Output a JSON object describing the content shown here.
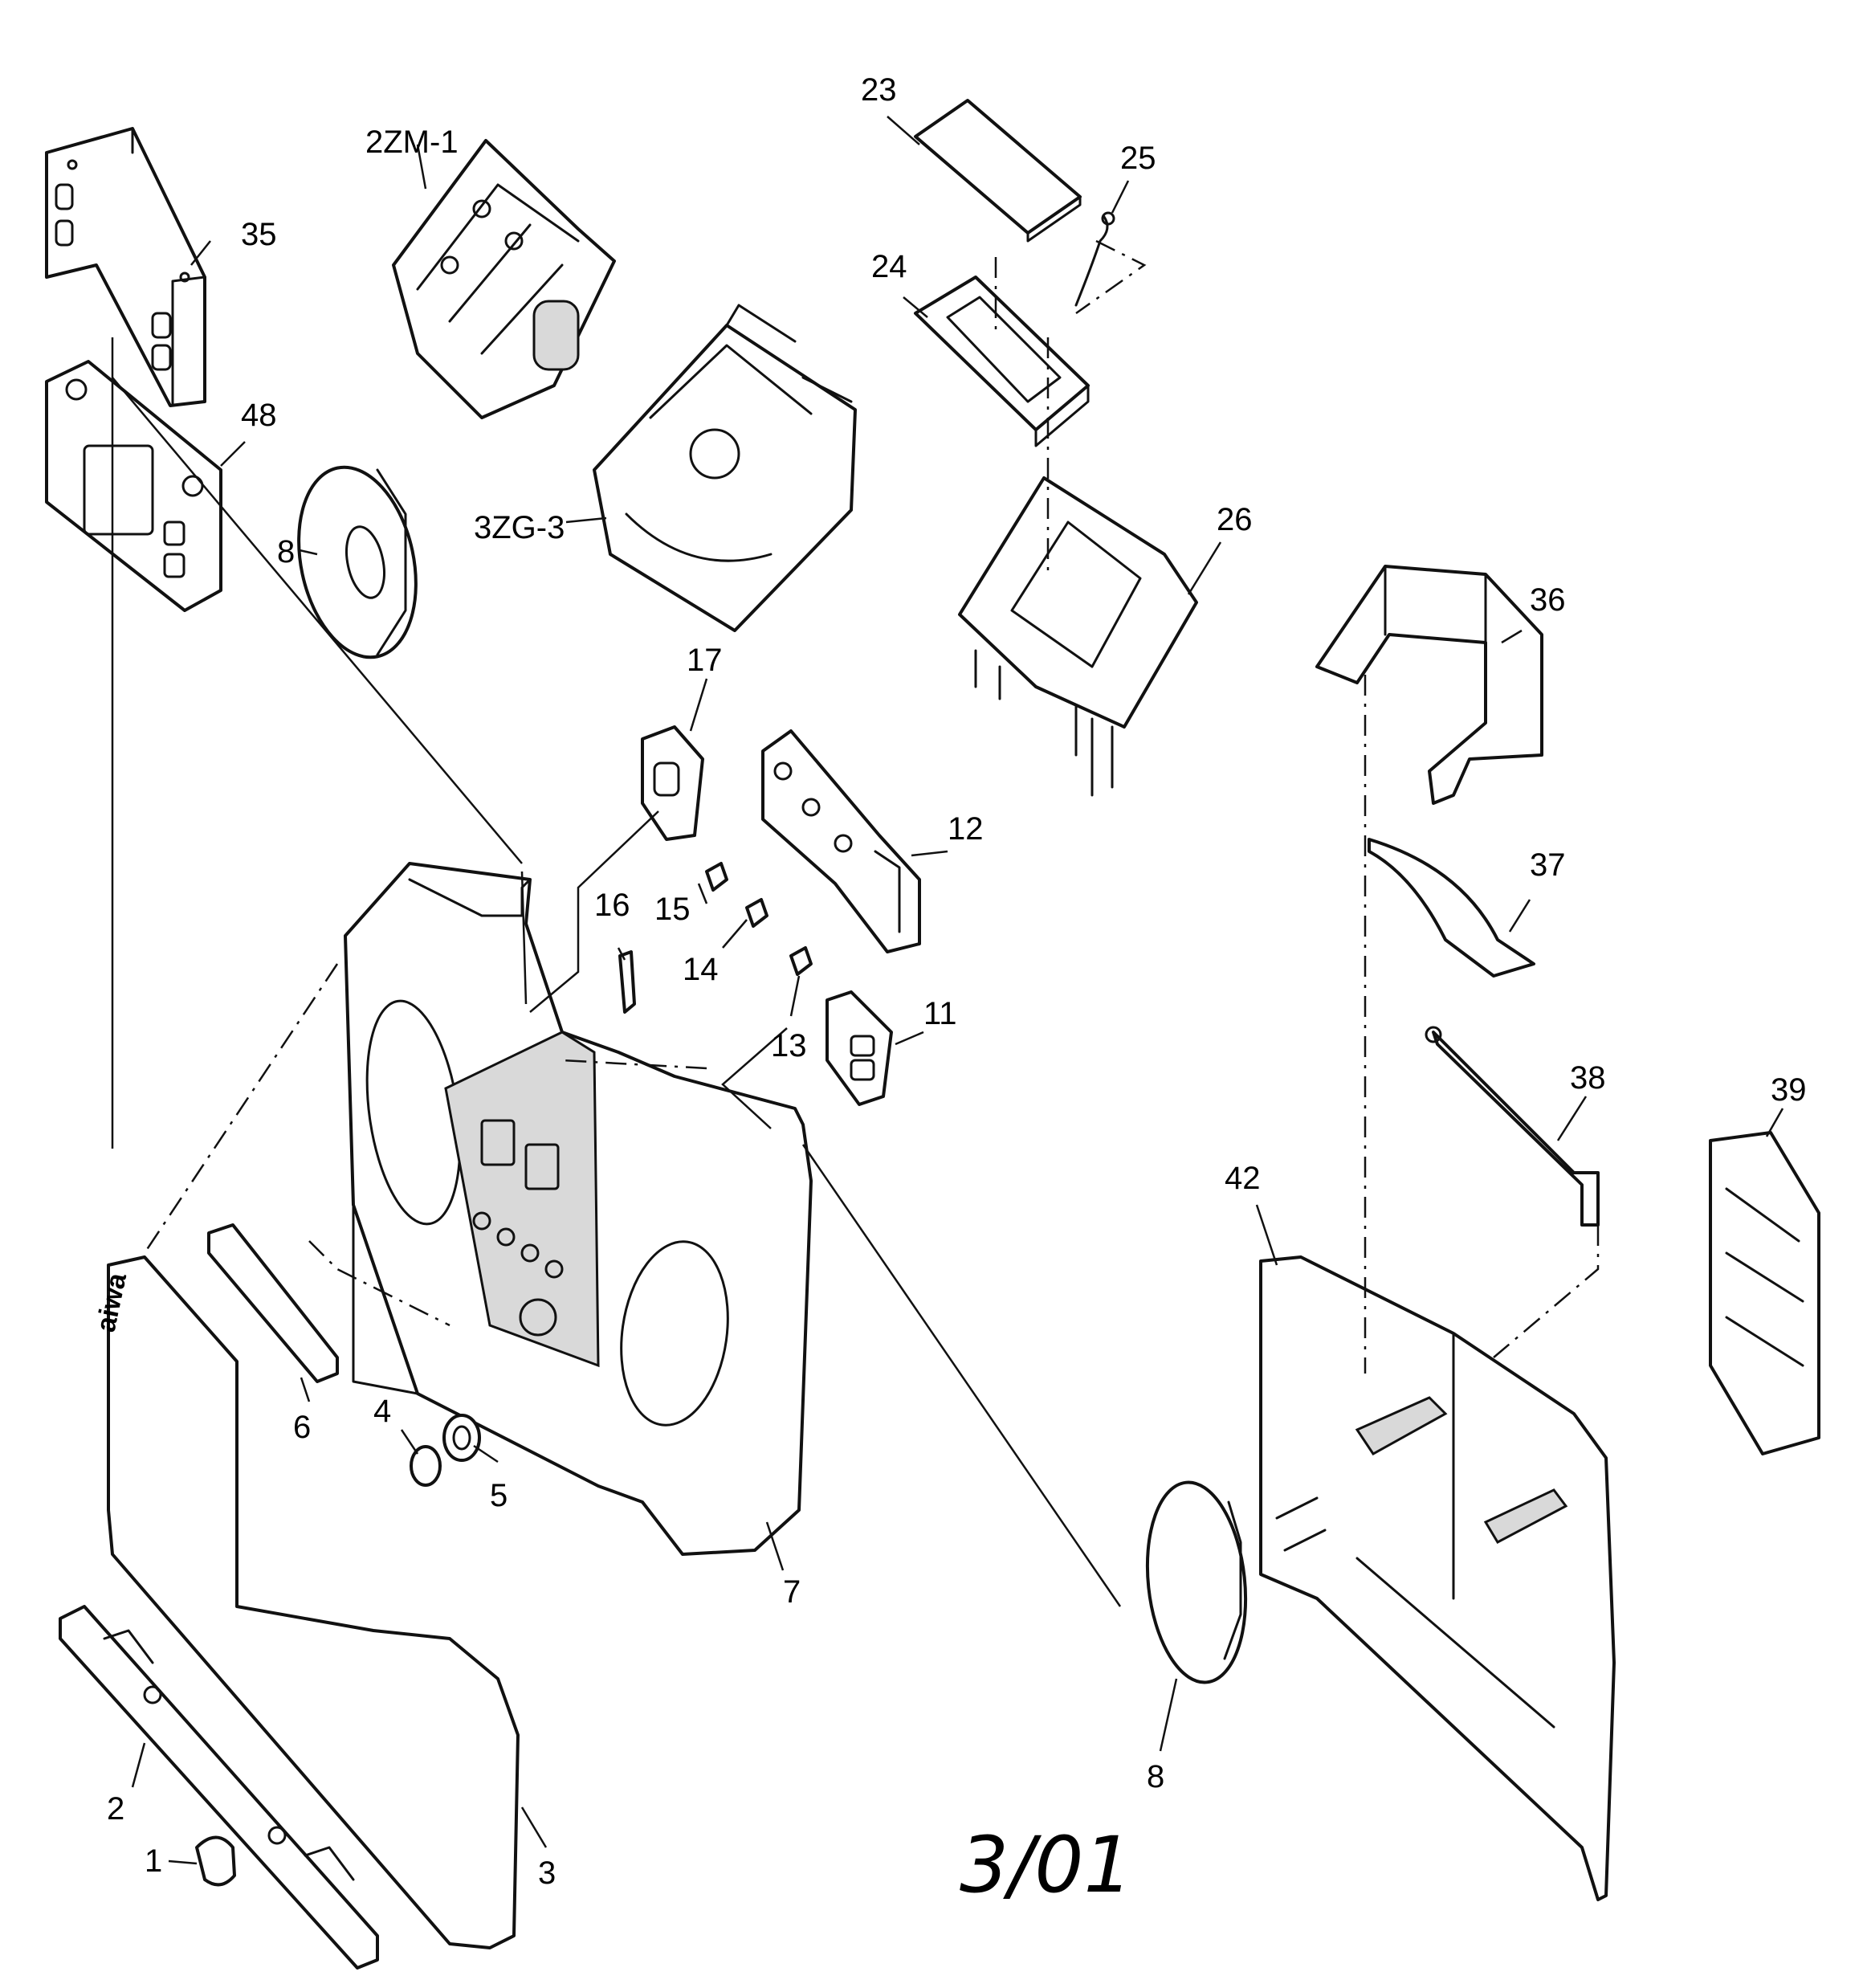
{
  "diagram": {
    "brand_logo": "aiwa",
    "date_mark": "3/01",
    "part_labels": {
      "p1": "1",
      "p2": "2",
      "p3": "3",
      "p4": "4",
      "p5": "5",
      "p6": "6",
      "p7": "7",
      "p8_left": "8",
      "p8_right": "8",
      "p11": "11",
      "p12": "12",
      "p13": "13",
      "p14": "14",
      "p15": "15",
      "p16": "16",
      "p17": "17",
      "p23": "23",
      "p24": "24",
      "p25": "25",
      "p26": "26",
      "p35": "35",
      "p36": "36",
      "p37": "37",
      "p38": "38",
      "p39": "39",
      "p42": "42",
      "p48": "48",
      "p2zm1": "2ZM-1",
      "p3zg3": "3ZG-3"
    }
  }
}
